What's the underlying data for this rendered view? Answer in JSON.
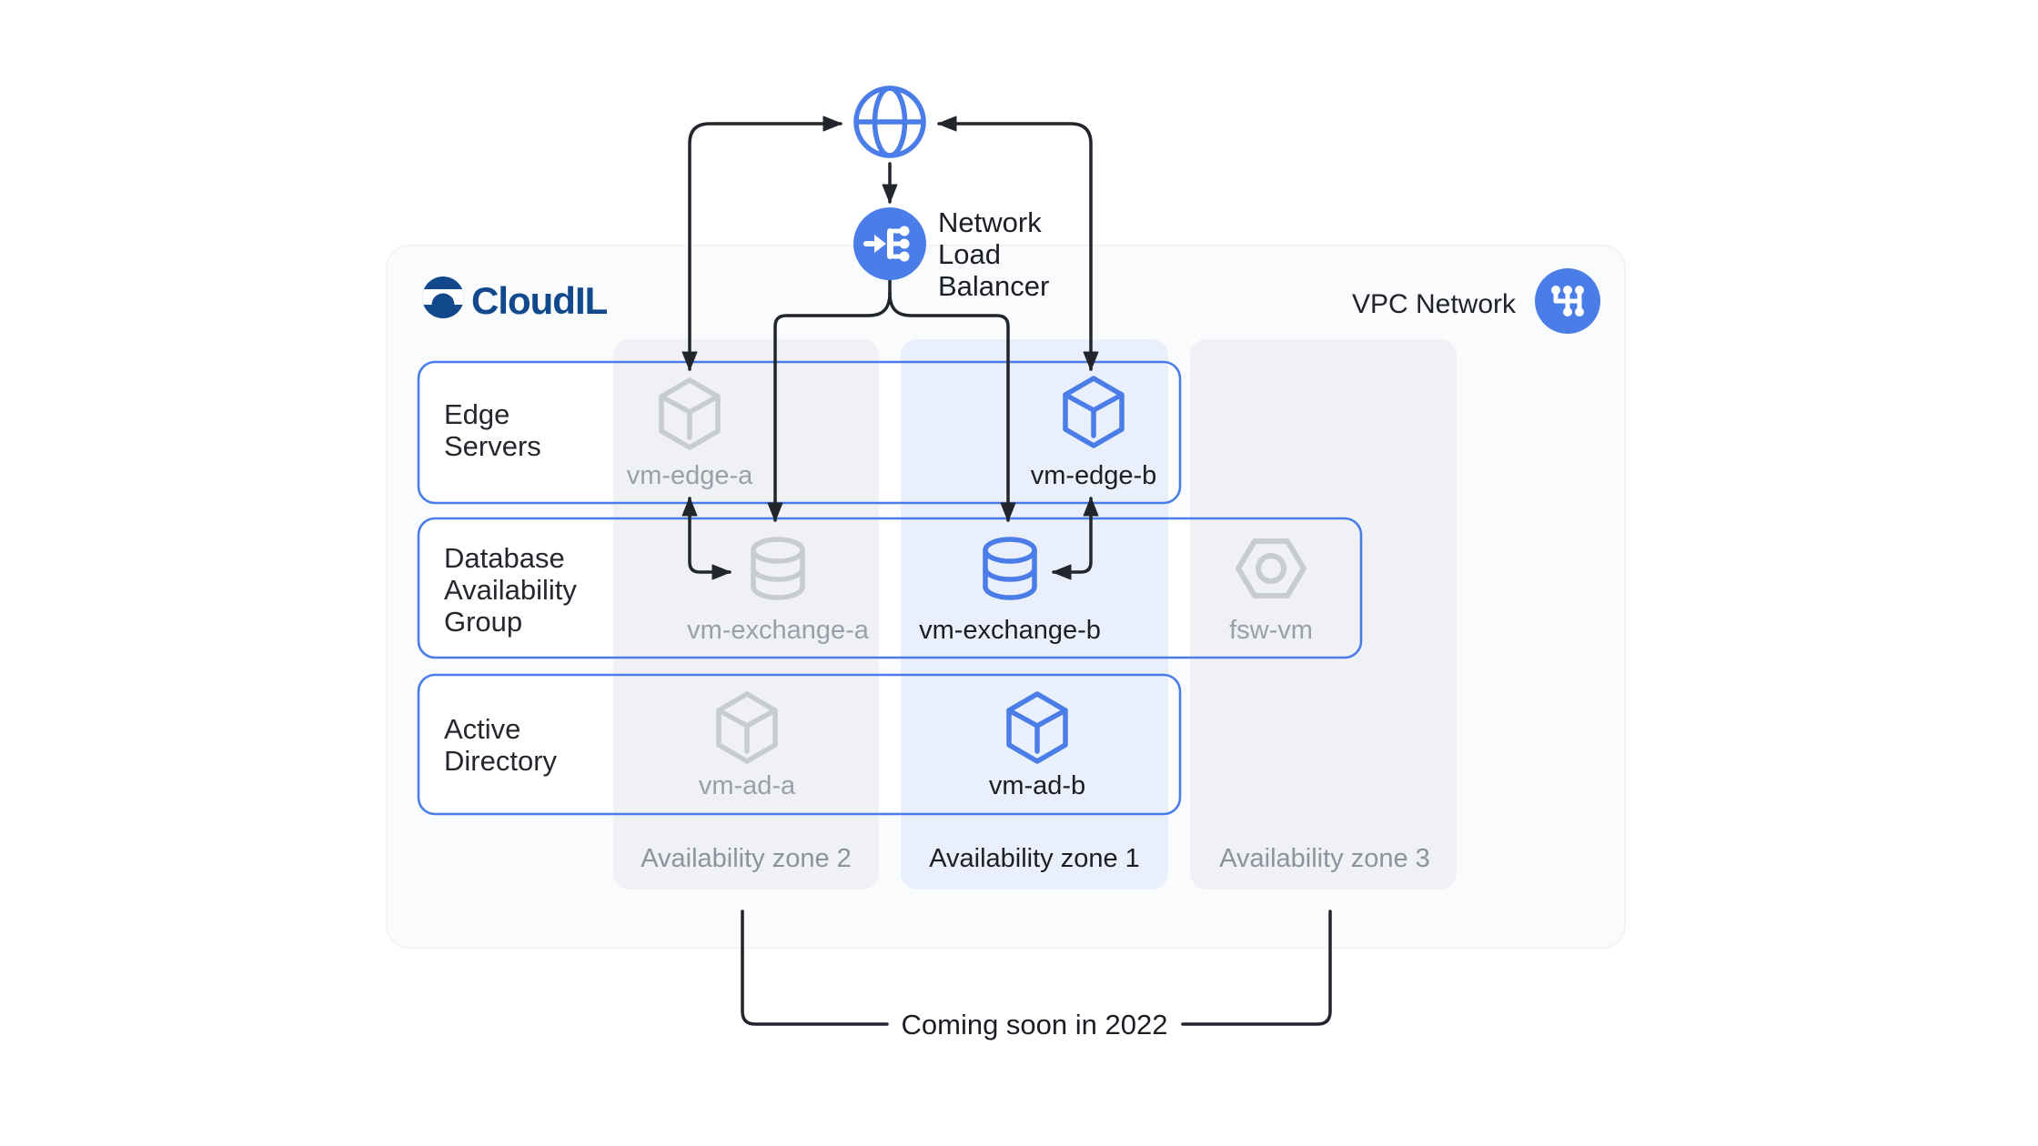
{
  "brand": {
    "name": "CloudIL"
  },
  "header": {
    "vpc_label": "VPC Network"
  },
  "load_balancer": {
    "line1": "Network",
    "line2": "Load",
    "line3": "Balancer"
  },
  "rows": {
    "edge": {
      "line1": "Edge",
      "line2": "Servers"
    },
    "dag": {
      "line1": "Database",
      "line2": "Availability",
      "line3": "Group"
    },
    "ad": {
      "line1": "Active",
      "line2": "Directory"
    }
  },
  "vms": {
    "edge_a": "vm-edge-a",
    "edge_b": "vm-edge-b",
    "exchange_a": "vm-exchange-a",
    "exchange_b": "vm-exchange-b",
    "fsw": "fsw-vm",
    "ad_a": "vm-ad-a",
    "ad_b": "vm-ad-b"
  },
  "zones": {
    "zone2": "Availability zone 2",
    "zone1": "Availability zone 1",
    "zone3": "Availability zone 3"
  },
  "footer": {
    "note": "Coming soon in 2022"
  },
  "icons": {
    "internet": "globe-icon",
    "load_balancer": "load-balancer-icon",
    "vpc": "vpc-network-icon",
    "vm": "cube-icon",
    "database": "database-cylinder-icon",
    "file_server_witness": "hexnut-icon",
    "brand": "cloudil-logo-icon"
  },
  "colors": {
    "accent_blue": "#4A7DE8",
    "brand_navy": "#12498C",
    "dark_text": "#1B1E24",
    "gray_text": "#99A0AA",
    "gray_icon": "#C8CBD1",
    "connector": "#22252B",
    "container_bg": "#FAFBFD",
    "zone_gray_bg": "#EFF1F5",
    "zone_blue_bg": "#E9EFFB",
    "page_bg": "#FFFFFF"
  }
}
